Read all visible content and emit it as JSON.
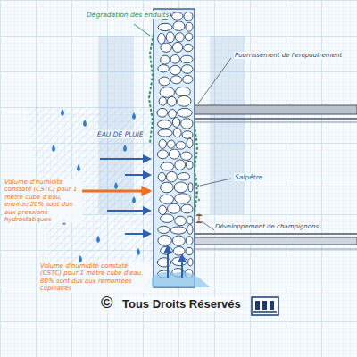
{
  "diagram": {
    "labels": [
      "Dégradation des enduits",
      "Pourrissement de l'empoutrement",
      "EAU DE PLUIE",
      "Salpêtre",
      "Volume d'humidité constaté (CSTC) pour 1 mètre cube d'eau, environ 20% sont dus aux pressions hydrostatiques",
      "Développement de champignons",
      "Volume d'humidité constaté (CSTC) pour 1 mètre cube d'eau, 80% sont dus aux remontées capillaires",
      "©",
      "Tous Droits Réservés"
    ]
  }
}
